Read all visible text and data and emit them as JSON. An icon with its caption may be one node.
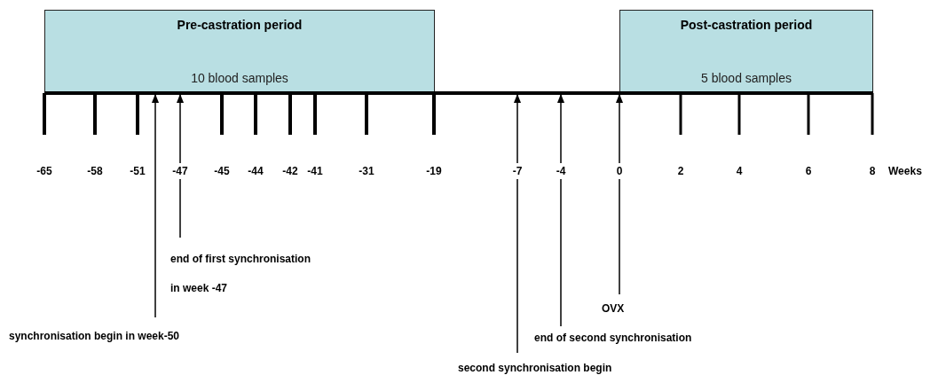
{
  "diagram": {
    "nodes": [
      {
        "text": [
          "Pre-castration period",
          "10 blood samples"
        ]
      },
      {
        "text": [
          "Post-castration period",
          "5 blood samples"
        ]
      },
      {
        "text": [
          "end of first synchronisation in week -47"
        ]
      },
      {
        "text": [
          "synchronisation begin in week-50"
        ]
      },
      {
        "text": [
          "OVX"
        ]
      },
      {
        "text": [
          "end of second synchronisation"
        ]
      },
      {
        "text": [
          "second synchronisation begin"
        ]
      },
      {
        "text": [],
        "shape": "bar"
      }
    ],
    "edges": [
      {
        "from": 2,
        "to": 7,
        "arrow": "to"
      },
      {
        "from": 3,
        "to": 7,
        "arrow": "to"
      },
      {
        "from": 4,
        "to": 7,
        "arrow": "to"
      },
      {
        "from": 5,
        "to": 7,
        "arrow": "to"
      },
      {
        "from": 6,
        "to": 7,
        "arrow": "to"
      }
    ],
    "labels": [
      "-65",
      "-58",
      "-51",
      "-47",
      "-45",
      "-44",
      "-42",
      "-41",
      "-31",
      "-19",
      "-7",
      "-4",
      "0",
      "2",
      "4",
      "6",
      "8",
      "Weeks"
    ]
  }
}
